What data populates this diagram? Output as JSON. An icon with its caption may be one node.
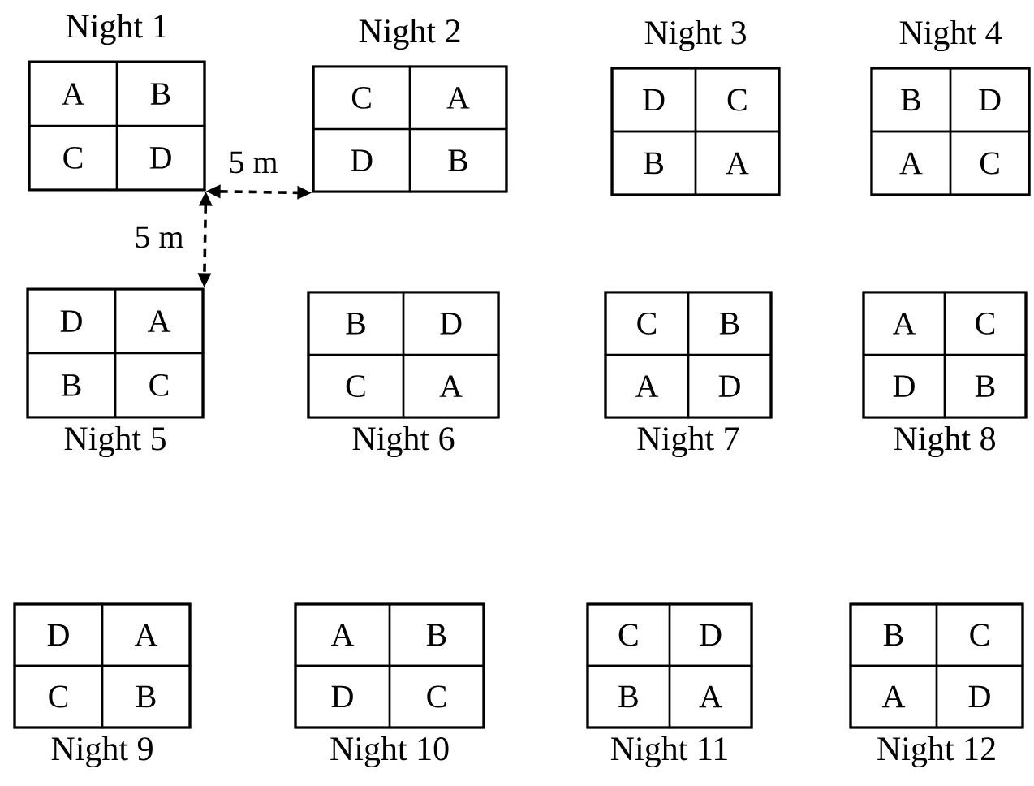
{
  "diagram": {
    "nodes": [
      {
        "text": [
          "Night 1"
        ]
      },
      {
        "text": [
          "A"
        ],
        "in": 0
      },
      {
        "text": [
          "B"
        ],
        "in": 0
      },
      {
        "text": [
          "C"
        ],
        "in": 0
      },
      {
        "text": [
          "D"
        ],
        "in": 0
      },
      {
        "text": [
          "Night 2"
        ]
      },
      {
        "text": [
          "C"
        ],
        "in": 5
      },
      {
        "text": [
          "A"
        ],
        "in": 5
      },
      {
        "text": [
          "D"
        ],
        "in": 5
      },
      {
        "text": [
          "B"
        ],
        "in": 5
      },
      {
        "text": [
          "Night 3"
        ]
      },
      {
        "text": [
          "D"
        ],
        "in": 10
      },
      {
        "text": [
          "C"
        ],
        "in": 10
      },
      {
        "text": [
          "B"
        ],
        "in": 10
      },
      {
        "text": [
          "A"
        ],
        "in": 10
      },
      {
        "text": [
          "Night 4"
        ]
      },
      {
        "text": [
          "B"
        ],
        "in": 15
      },
      {
        "text": [
          "D"
        ],
        "in": 15
      },
      {
        "text": [
          "A"
        ],
        "in": 15
      },
      {
        "text": [
          "C"
        ],
        "in": 15
      },
      {
        "text": [
          "Night 5"
        ]
      },
      {
        "text": [
          "D"
        ],
        "in": 20
      },
      {
        "text": [
          "A"
        ],
        "in": 20
      },
      {
        "text": [
          "B"
        ],
        "in": 20
      },
      {
        "text": [
          "C"
        ],
        "in": 20
      },
      {
        "text": [
          "Night 6"
        ]
      },
      {
        "text": [
          "B"
        ],
        "in": 25
      },
      {
        "text": [
          "D"
        ],
        "in": 25
      },
      {
        "text": [
          "C"
        ],
        "in": 25
      },
      {
        "text": [
          "A"
        ],
        "in": 25
      },
      {
        "text": [
          "Night 7"
        ]
      },
      {
        "text": [
          "C"
        ],
        "in": 30
      },
      {
        "text": [
          "B"
        ],
        "in": 30
      },
      {
        "text": [
          "A"
        ],
        "in": 30
      },
      {
        "text": [
          "D"
        ],
        "in": 30
      },
      {
        "text": [
          "Night 8"
        ]
      },
      {
        "text": [
          "A"
        ],
        "in": 35
      },
      {
        "text": [
          "C"
        ],
        "in": 35
      },
      {
        "text": [
          "D"
        ],
        "in": 35
      },
      {
        "text": [
          "B"
        ],
        "in": 35
      },
      {
        "text": [
          "Night 9"
        ]
      },
      {
        "text": [
          "D"
        ],
        "in": 40
      },
      {
        "text": [
          "A"
        ],
        "in": 40
      },
      {
        "text": [
          "C"
        ],
        "in": 40
      },
      {
        "text": [
          "B"
        ],
        "in": 40
      },
      {
        "text": [
          "Night 10"
        ]
      },
      {
        "text": [
          "A"
        ],
        "in": 45
      },
      {
        "text": [
          "B"
        ],
        "in": 45
      },
      {
        "text": [
          "D"
        ],
        "in": 45
      },
      {
        "text": [
          "C"
        ],
        "in": 45
      },
      {
        "text": [
          "Night 11"
        ]
      },
      {
        "text": [
          "C"
        ],
        "in": 50
      },
      {
        "text": [
          "D"
        ],
        "in": 50
      },
      {
        "text": [
          "B"
        ],
        "in": 50
      },
      {
        "text": [
          "A"
        ],
        "in": 50
      },
      {
        "text": [
          "Night 12"
        ]
      },
      {
        "text": [
          "B"
        ],
        "in": 55
      },
      {
        "text": [
          "C"
        ],
        "in": 55
      },
      {
        "text": [
          "A"
        ],
        "in": 55
      },
      {
        "text": [
          "D"
        ],
        "in": 55
      }
    ],
    "edges": [
      {
        "from": 0,
        "to": 5,
        "arrow": "both",
        "style": "dashed",
        "label": "5 m"
      },
      {
        "from": 0,
        "to": 20,
        "arrow": "both",
        "style": "dashed",
        "label": "5 m"
      }
    ]
  }
}
